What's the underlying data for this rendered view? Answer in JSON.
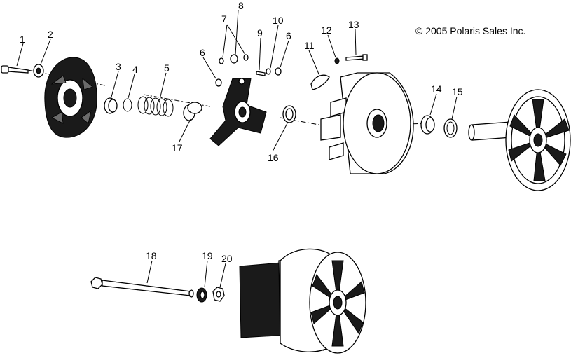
{
  "copyright": "© 2005 Polaris Sales Inc.",
  "callouts": [
    "1",
    "2",
    "3",
    "4",
    "5",
    "6",
    "7",
    "8",
    "9",
    "10",
    "6",
    "11",
    "12",
    "13",
    "14",
    "15",
    "16",
    "17",
    "18",
    "19",
    "20"
  ]
}
